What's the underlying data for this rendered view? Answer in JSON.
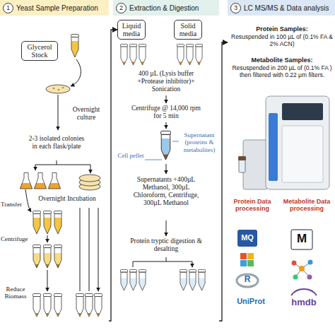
{
  "diagram": {
    "nodes": [
      {
        "text": [
          "1",
          "Yeast Sample Preparation"
        ]
      },
      {
        "text": [
          "Glycerol Stock"
        ],
        "in": 0
      },
      {
        "text": [
          "2",
          "Extraction & Digestion"
        ]
      },
      {
        "text": [
          "Liquid media"
        ],
        "in": 2
      },
      {
        "text": [
          "Solid media"
        ],
        "in": 2
      },
      {
        "text": [
          "3",
          "LC MS/MS & Data analysis"
        ]
      }
    ],
    "edges": [
      {
        "from": 0,
        "to": 3,
        "arrow": "to"
      },
      {
        "from": 2,
        "to": 5,
        "arrow": "to"
      }
    ],
    "labels": [
      "Overnight culture",
      "2-3 isolated colonies in each flask/plate",
      "Overnight Incubation",
      "Transfer",
      "Centrifuge",
      "Reduce Biomass",
      "400 µL (Lysis buffer +Protease inhibitor)+ Sonication",
      "Centrifuge @ 14,000 rpm for 5 min",
      "Supernatant (proteins & metabolites)",
      "Cell pellet",
      "Supernatants +400µL Methanol, 300µL Chloroform, Centrifuge, 300µL Methanol",
      "Protein tryptic digestion & desalting",
      "Protein Samples:",
      "Resuspended in 100 µL of (0.1% FA & 2% ACN)",
      "Metabolite Samples:",
      "Resuspended in 200 µL of (0.1% FA ) then filtered with 0.22 µm filters.",
      "Protein Data processing",
      "Metabolite Data processing",
      "MQ",
      "R",
      "UniProt",
      "M",
      "hmdb"
    ]
  }
}
